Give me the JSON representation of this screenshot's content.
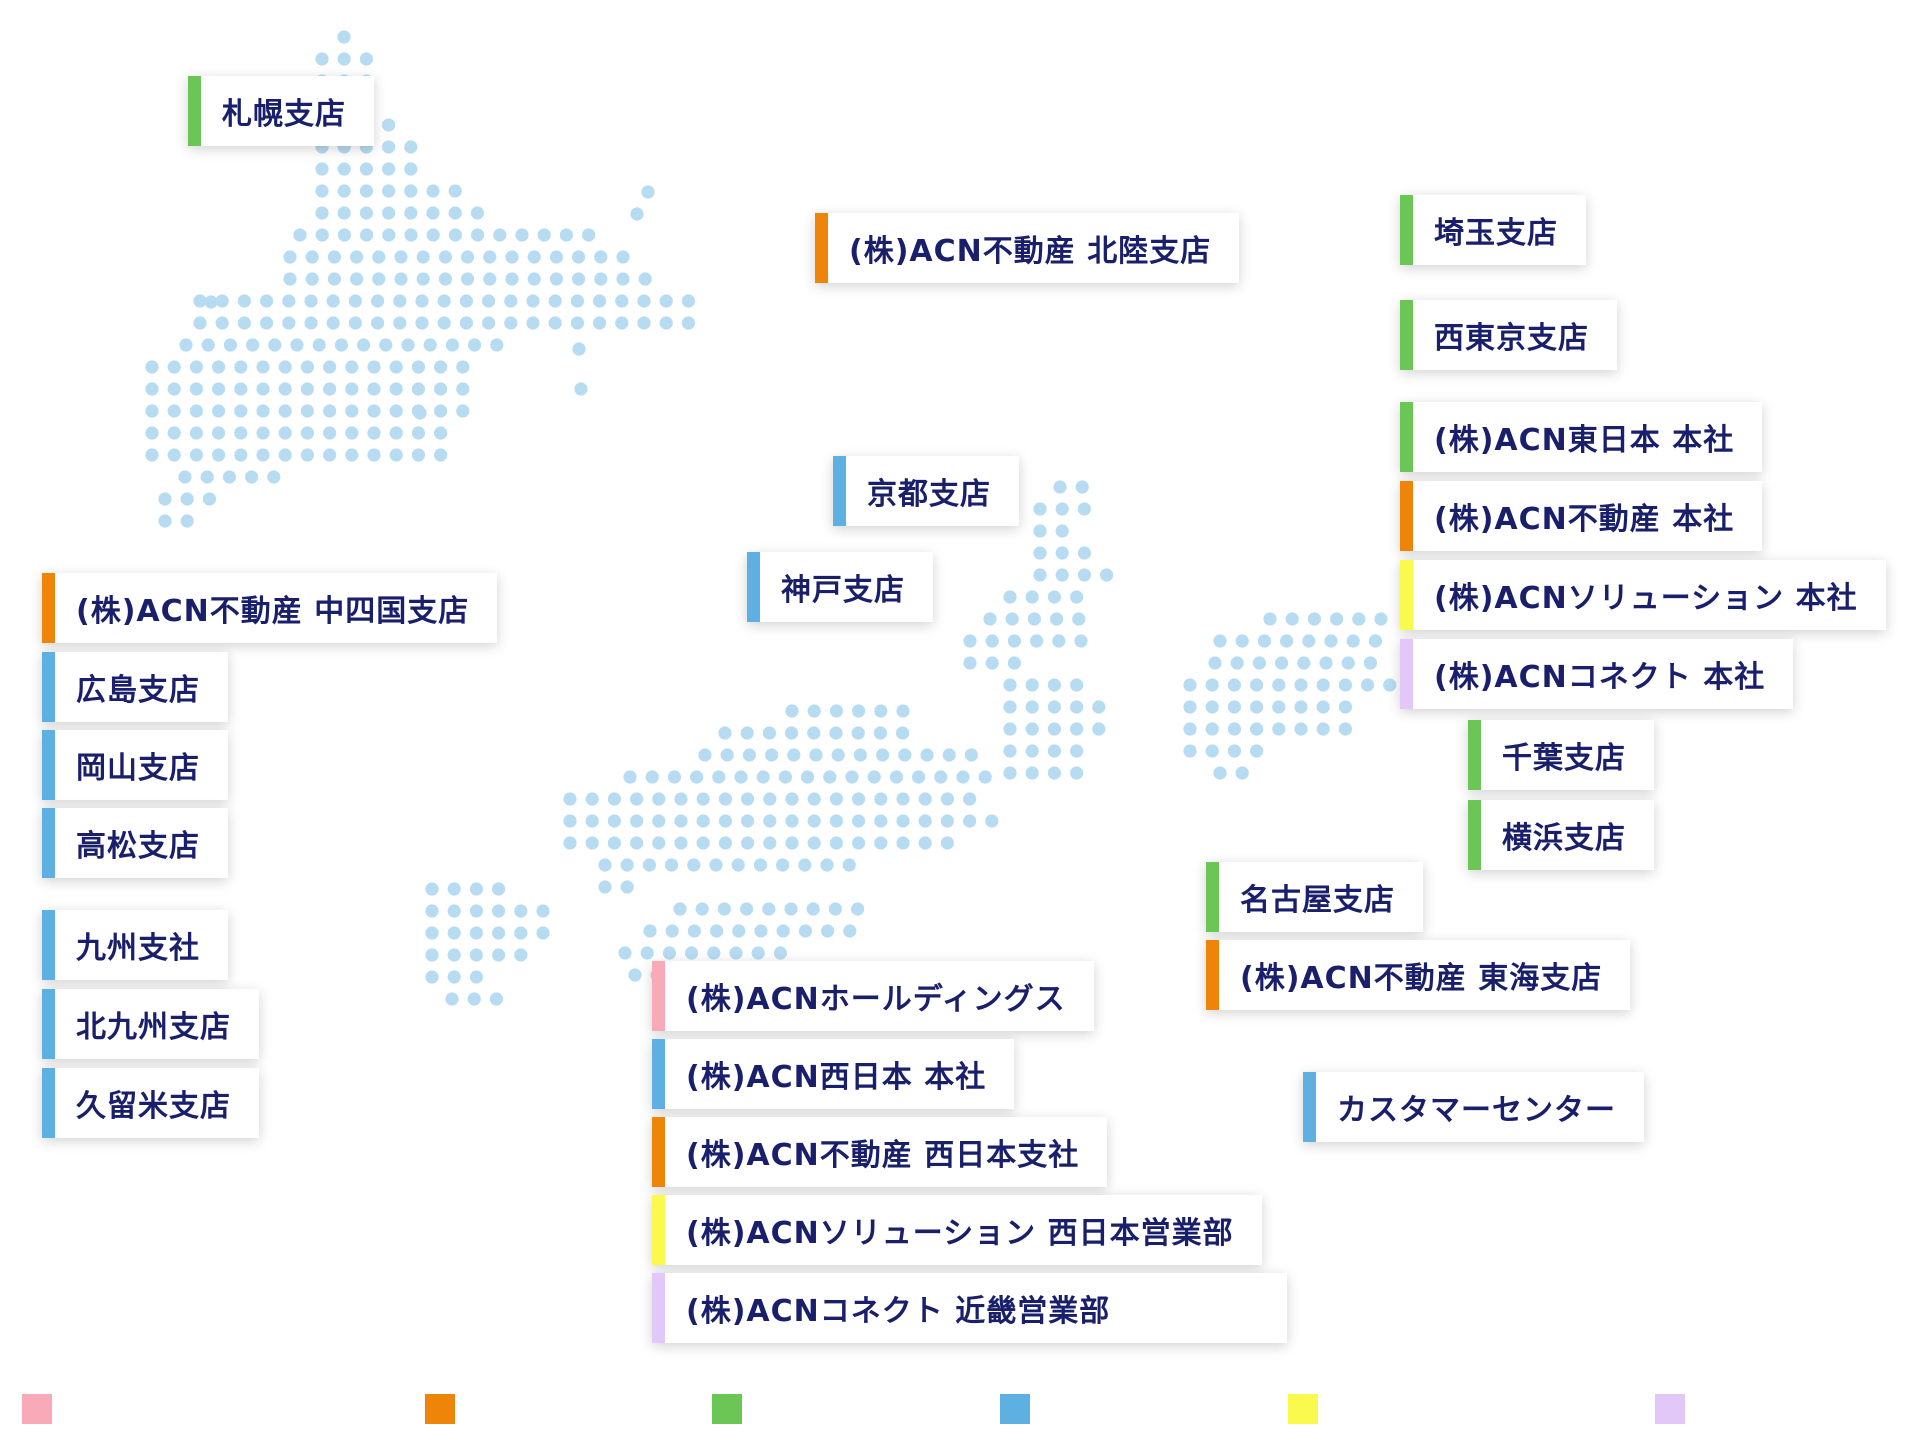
{
  "colors": {
    "dot": "#b7dbf1",
    "text": "#1a1f6b",
    "pink": "#f8aab8",
    "orange": "#ee8508",
    "green": "#6cc655",
    "blue": "#5eafe2",
    "yellow": "#fafa4e",
    "lavender": "#e2c8f8"
  },
  "offices": [
    {
      "id": "sapporo",
      "label": "札幌支店",
      "color": "green"
    },
    {
      "id": "hokuriku",
      "label": "(株)ACN不動産 北陸支店",
      "color": "orange"
    },
    {
      "id": "saitama",
      "label": "埼玉支店",
      "color": "green"
    },
    {
      "id": "nishitokyo",
      "label": "西東京支店",
      "color": "green"
    },
    {
      "id": "acn-higashinihon",
      "label": "(株)ACN東日本 本社",
      "color": "green"
    },
    {
      "id": "acn-fudosan-honsha",
      "label": "(株)ACN不動産 本社",
      "color": "orange"
    },
    {
      "id": "acn-solution-honsha",
      "label": "(株)ACNソリューション 本社",
      "color": "yellow"
    },
    {
      "id": "acn-connect-honsha",
      "label": "(株)ACNコネクト 本社",
      "color": "lavender"
    },
    {
      "id": "chiba",
      "label": "千葉支店",
      "color": "green"
    },
    {
      "id": "yokohama",
      "label": "横浜支店",
      "color": "green"
    },
    {
      "id": "kyoto",
      "label": "京都支店",
      "color": "blue"
    },
    {
      "id": "kobe",
      "label": "神戸支店",
      "color": "blue"
    },
    {
      "id": "chushikoku",
      "label": "(株)ACN不動産 中四国支店",
      "color": "orange"
    },
    {
      "id": "hiroshima",
      "label": "広島支店",
      "color": "blue"
    },
    {
      "id": "okayama",
      "label": "岡山支店",
      "color": "blue"
    },
    {
      "id": "takamatsu",
      "label": "高松支店",
      "color": "blue"
    },
    {
      "id": "kyushu",
      "label": "九州支社",
      "color": "blue"
    },
    {
      "id": "kitakyushu",
      "label": "北九州支店",
      "color": "blue"
    },
    {
      "id": "kurume",
      "label": "久留米支店",
      "color": "blue"
    },
    {
      "id": "nagoya",
      "label": "名古屋支店",
      "color": "green"
    },
    {
      "id": "tokai",
      "label": "(株)ACN不動産 東海支店",
      "color": "orange"
    },
    {
      "id": "customer-center",
      "label": "カスタマーセンター",
      "color": "blue"
    },
    {
      "id": "holdings",
      "label": "(株)ACNホールディングス",
      "color": "pink"
    },
    {
      "id": "nishinihon-honsha",
      "label": "(株)ACN西日本 本社",
      "color": "blue"
    },
    {
      "id": "fudosan-nishinihon",
      "label": "(株)ACN不動産 西日本支社",
      "color": "orange"
    },
    {
      "id": "solution-nishinihon",
      "label": "(株)ACNソリューション 西日本営業部",
      "color": "yellow"
    },
    {
      "id": "connect-kinki",
      "label": "(株)ACNコネクト 近畿営業部",
      "color": "lavender"
    }
  ],
  "legend": [
    "pink",
    "orange",
    "green",
    "blue",
    "yellow",
    "lavender"
  ]
}
